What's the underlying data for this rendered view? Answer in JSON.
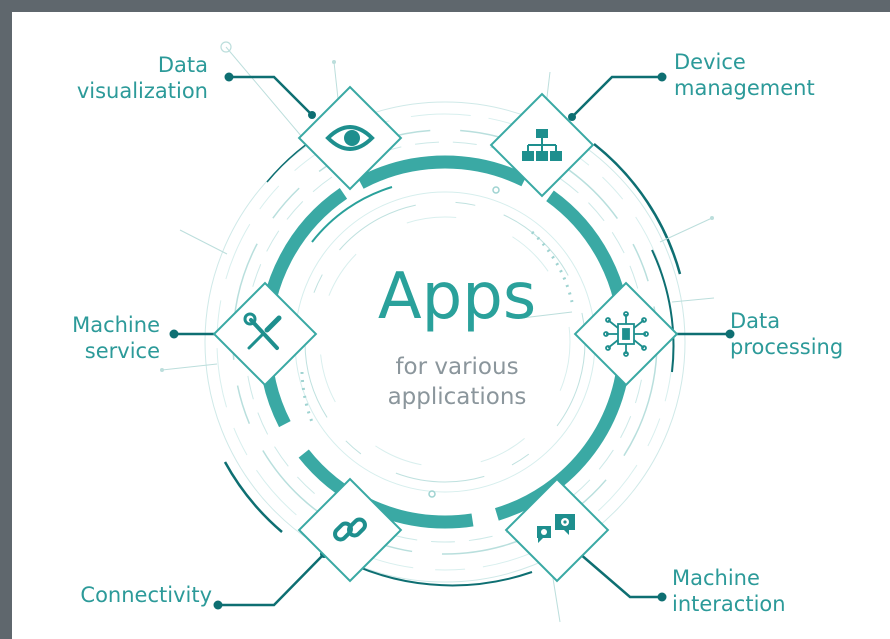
{
  "center": {
    "title": "Apps",
    "subtitle": "for various\napplications"
  },
  "colors": {
    "frame": "#5f676d",
    "teal": "#2aa19b",
    "dark_teal": "#0e6f72",
    "light_teal": "#9fd3d1",
    "icon": "#1e8f8e",
    "subtitle_gray": "#8b969c"
  },
  "apps": [
    {
      "id": "data-visualization",
      "label": "Data\nvisualization",
      "icon": "eye-icon"
    },
    {
      "id": "device-management",
      "label": "Device\nmanagement",
      "icon": "network-hierarchy-icon"
    },
    {
      "id": "data-processing",
      "label": "Data\nprocessing",
      "icon": "circuit-chip-icon"
    },
    {
      "id": "machine-interaction",
      "label": "Machine\ninteraction",
      "icon": "chat-gears-icon"
    },
    {
      "id": "connectivity",
      "label": "Connectivity",
      "icon": "chain-link-icon"
    },
    {
      "id": "machine-service",
      "label": "Machine\nservice",
      "icon": "tools-icon"
    }
  ]
}
